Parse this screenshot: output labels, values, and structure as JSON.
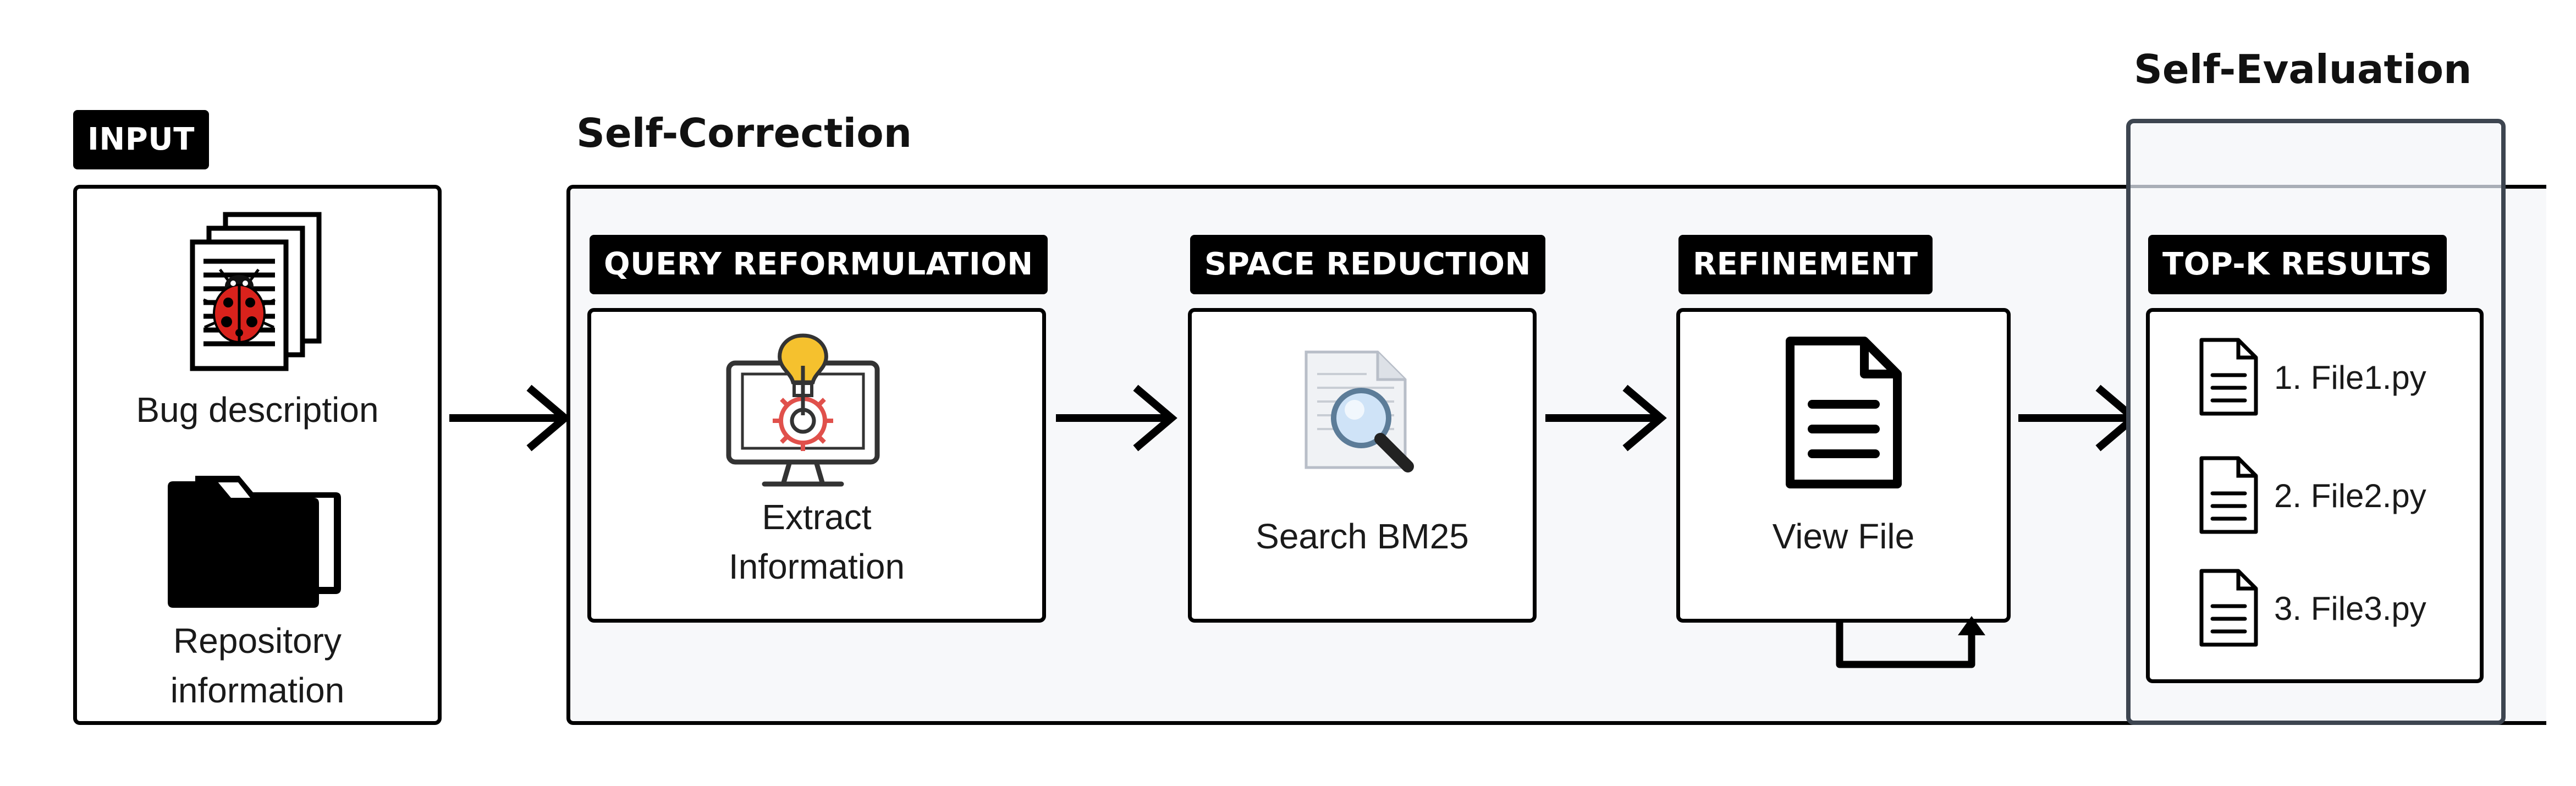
{
  "input": {
    "tag": "INPUT",
    "bug_label": "Bug description",
    "repo_label_line1": "Repository",
    "repo_label_line2": "information"
  },
  "self_correction": {
    "title": "Self-Correction",
    "query_reformulation": {
      "tag": "QUERY REFORMULATION",
      "label_line1": "Extract",
      "label_line2": "Information"
    },
    "space_reduction": {
      "tag": "SPACE REDUCTION",
      "label": "Search BM25"
    },
    "refinement": {
      "tag": "REFINEMENT",
      "label": "View File"
    }
  },
  "self_evaluation": {
    "title": "Self-Evaluation",
    "tag": "TOP-K RESULTS",
    "results": [
      "1. File1.py",
      "2. File2.py",
      "3. File3.py"
    ]
  },
  "colors": {
    "panel_bg": "#f7f8fa",
    "eval_border": "#3d4550",
    "accent_red": "#e0504b",
    "bulb_yellow": "#f5c12e"
  }
}
